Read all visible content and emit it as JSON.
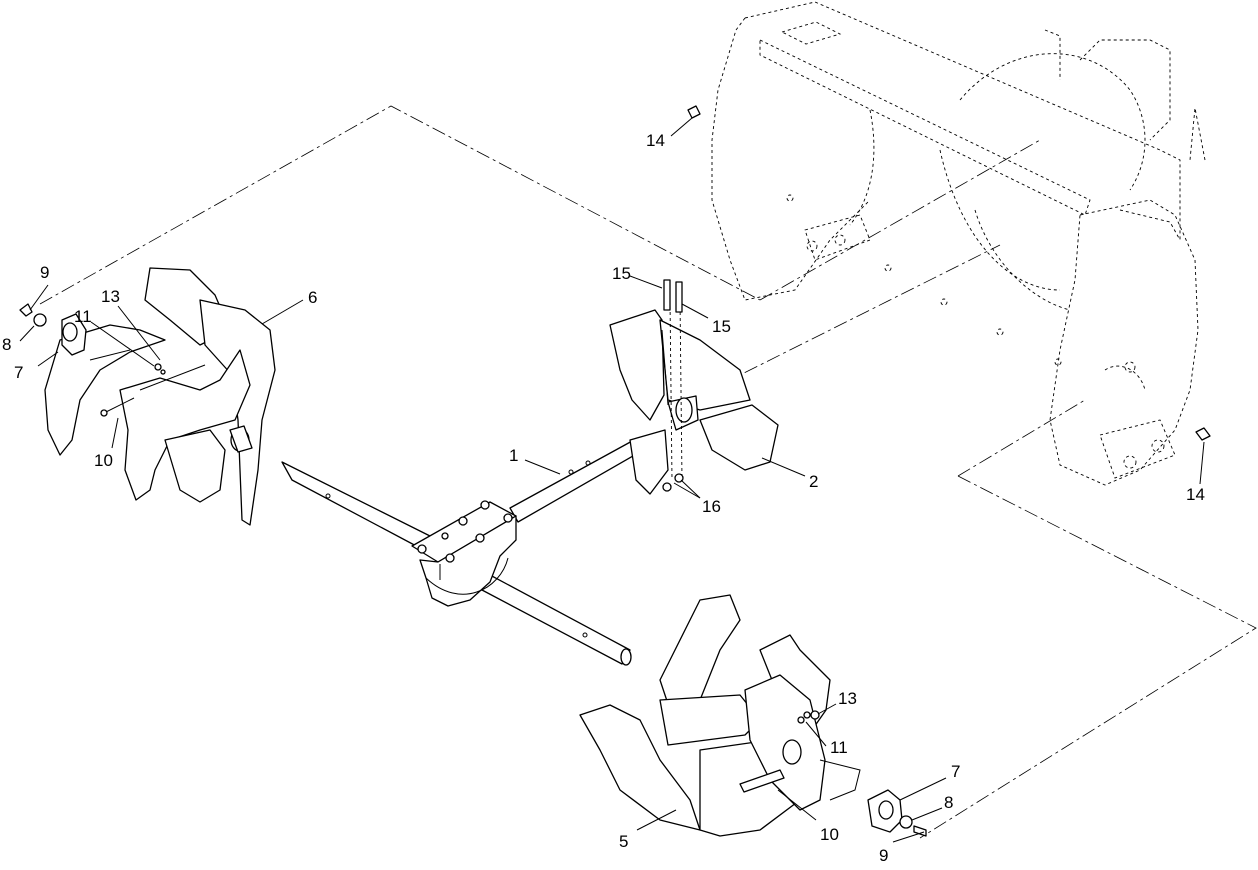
{
  "callouts": {
    "c1": "1",
    "c2": "2",
    "c5": "5",
    "c6": "6",
    "c7a": "7",
    "c7b": "7",
    "c8a": "8",
    "c8b": "8",
    "c9a": "9",
    "c9b": "9",
    "c10a": "10",
    "c10b": "10",
    "c11a": "11",
    "c11b": "11",
    "c13a": "13",
    "c13b": "13",
    "c14a": "14",
    "c14b": "14",
    "c15a": "15",
    "c15b": "15",
    "c16": "16"
  }
}
